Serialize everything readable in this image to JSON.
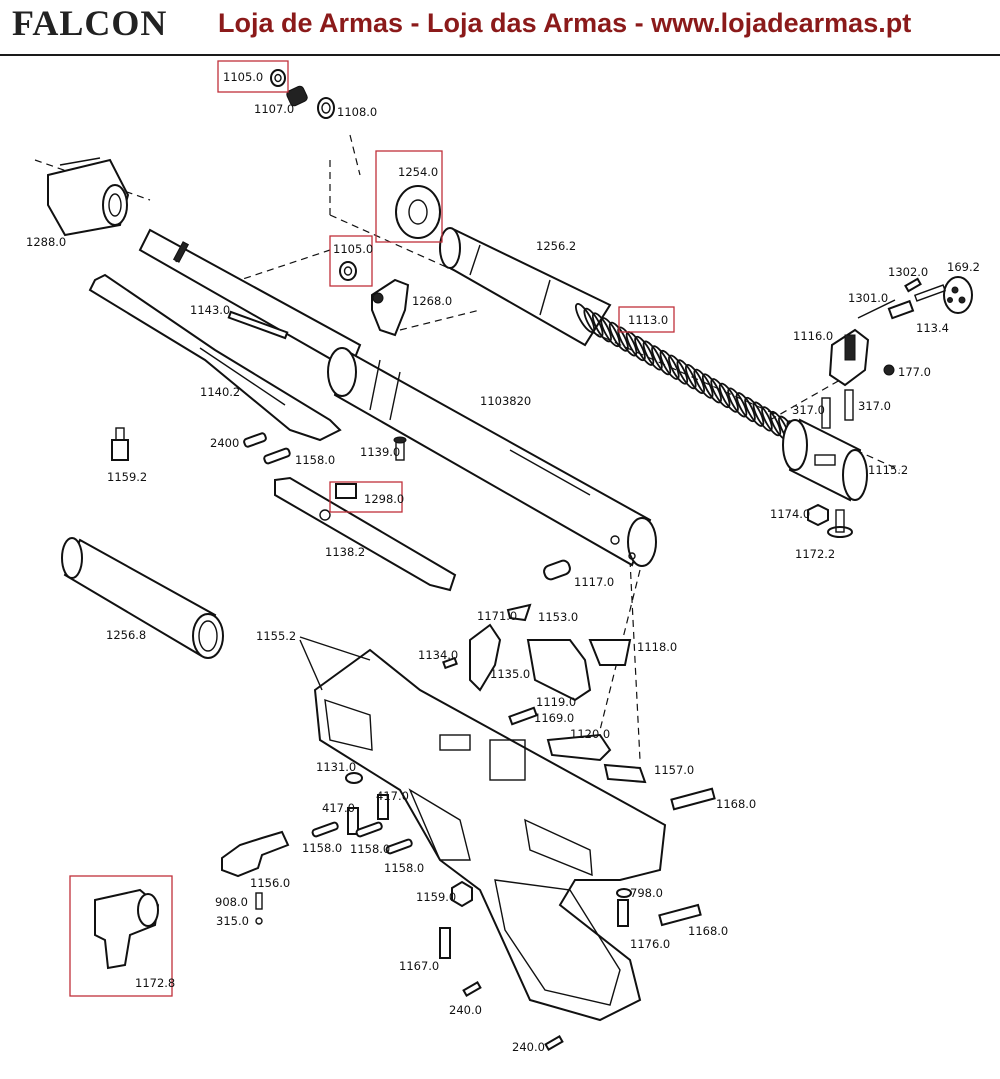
{
  "header": {
    "brand": "FALCON",
    "title": "Loja de Armas - Loja das Armas - www.lojadearmas.pt"
  },
  "colors": {
    "title": "#8b1a1a",
    "highlight_box": "#c0303a",
    "line_art": "#111111"
  },
  "parts": {
    "p1105a": "1105.0",
    "p1107": "1107.0",
    "p1108": "1108.0",
    "p1254": "1254.0",
    "p1288": "1288.0",
    "p1105b": "1105.0",
    "p1268": "1268.0",
    "p1256_2": "1256.2",
    "p1302": "1302.0",
    "p169_2": "169.2",
    "p1301": "1301.0",
    "p113_4": "113.4",
    "p1113": "1113.0",
    "p1116": "1116.0",
    "p177": "177.0",
    "p1143": "1143.0",
    "p1140_2": "1140.2",
    "p1103820": "1103820",
    "p317a": "317.0",
    "p317b": "317.0",
    "p1115_2": "1115.2",
    "p2400": "2400",
    "p1158a": "1158.0",
    "p1139": "1139.0",
    "p1159_2": "1159.2",
    "p1298": "1298.0",
    "p1174": "1174.0",
    "p1172_2": "1172.2",
    "p1138_2": "1138.2",
    "p1117": "1117.0",
    "p1256_8": "1256.8",
    "p1171": "1171.0",
    "p1153": "1153.0",
    "p1155_2": "1155.2",
    "p1134": "1134.0",
    "p1118": "1118.0",
    "p1135": "1135.0",
    "p1119": "1119.0",
    "p1169": "1169.0",
    "p1120": "1120.0",
    "p1131": "1131.0",
    "p1157": "1157.0",
    "p417a": "417.0",
    "p417b": "417.0",
    "p1168a": "1168.0",
    "p1158b": "1158.0",
    "p1158c": "1158.0",
    "p1158d": "1158.0",
    "p1156": "1156.0",
    "p798": "798.0",
    "p908": "908.0",
    "p1159": "1159.0",
    "p315": "315.0",
    "p1176": "1176.0",
    "p1168b": "1168.0",
    "p1172_8": "1172.8",
    "p1167": "1167.0",
    "p240a": "240.0",
    "p240b": "240.0"
  }
}
